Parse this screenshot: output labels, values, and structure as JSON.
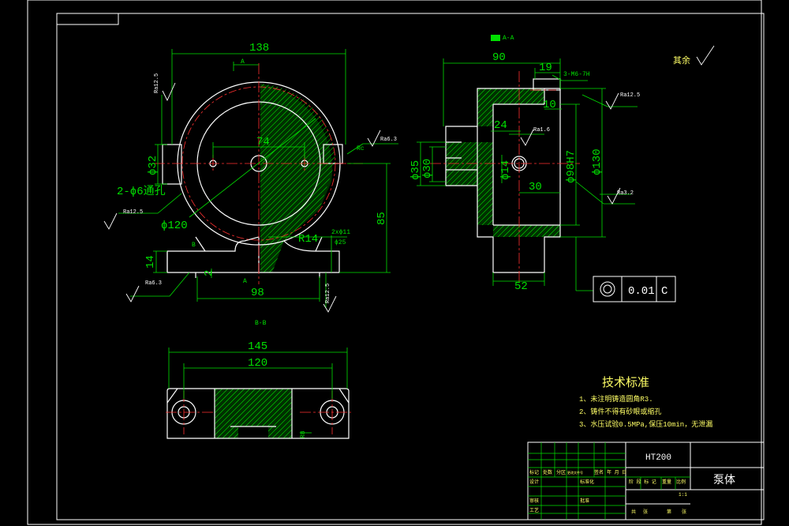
{
  "colors": {
    "background": "#000000",
    "outline": "#ffffff",
    "dimension": "#00e000",
    "centerline": "#ff3030",
    "hatch": "#00e000",
    "note": "#ffff66"
  },
  "front_view": {
    "dims": {
      "width_138": "138",
      "a_mark_top": "A",
      "a_mark_bottom": "A",
      "d74": "74",
      "d32": "ϕ32",
      "holes": "2-ϕ6通孔",
      "d120": "ϕ120",
      "r14": "R14",
      "d98": "98",
      "h85": "85",
      "h14": "14",
      "h2": "2",
      "b_mark": "B",
      "b_mark2": "B",
      "rc_mark": "Rc",
      "fit1": "2xϕ11",
      "fit2": "ϕ25"
    },
    "roughness": {
      "r1": "Ra12.5",
      "r2": "Ra6.3",
      "r3": "Ra12.5",
      "r4": "Ra6.3",
      "r5": "Ra12.5"
    }
  },
  "side_view": {
    "label": "A-A",
    "dims": {
      "d90": "90",
      "d19": "19",
      "thread": "3-M6-7H",
      "d10": "10",
      "d24": "24",
      "d35": "ϕ35",
      "d30": "ϕ30",
      "d14": "ϕ14",
      "h30": "30",
      "d98h7": "ϕ98H7",
      "d130": "ϕ130",
      "d52": "52"
    },
    "roughness": {
      "r1": "Ra12.5",
      "r2": "Ra1.6",
      "r3": "Ra3.2"
    },
    "tolerance": {
      "value": "0.01",
      "datum": "C"
    },
    "other_surfaces": "其余"
  },
  "bottom_view": {
    "label": "B-B",
    "dims": {
      "w145": "145",
      "w120": "120",
      "r8": "R8"
    }
  },
  "tech_req": {
    "title": "技术标准",
    "lines": [
      "1、未注明铸造圆角R3.",
      "2、铸件不得有砂眼或缩孔",
      "3、水压试验0.5MPa,保压10min，无泄漏"
    ]
  },
  "title_block": {
    "material": "HT200",
    "part_name": "泵体",
    "scale": "1:1",
    "headers": [
      "标记",
      "处数",
      "分区",
      "更改文件号",
      "签名",
      "年 月 日"
    ],
    "rows_left": [
      "设计",
      "标准化",
      "审核",
      "工艺",
      "批准"
    ],
    "stage_labels": [
      "阶 段 标 记",
      "重量",
      "比例"
    ],
    "footer": [
      "共",
      "张",
      "第",
      "张"
    ]
  }
}
